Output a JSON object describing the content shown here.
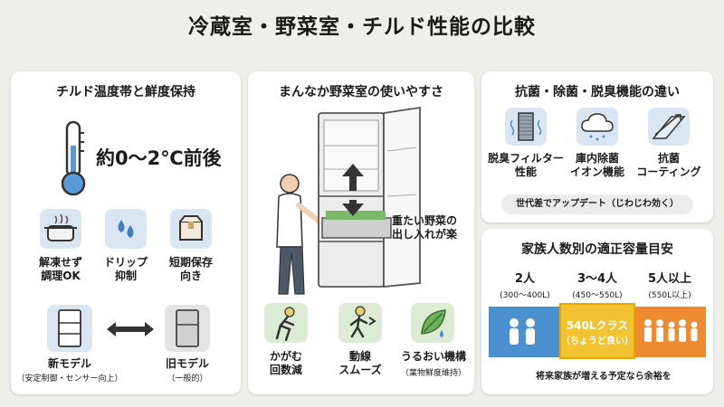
{
  "title": "冷蔵室・野菜室・チルド性能の比較",
  "chilled": {
    "heading": "チルド温度帯と鮮度保持",
    "temp": "約0〜2℃前後",
    "features": [
      {
        "icon": "pot-icon",
        "label1": "解凍せず",
        "label2": "調理OK"
      },
      {
        "icon": "drip-icon",
        "label1": "ドリップ",
        "label2": "抑制"
      },
      {
        "icon": "box-icon",
        "label1": "短期保存",
        "label2": "向き"
      }
    ],
    "new_model": {
      "label": "新モデル",
      "sub": "（安定制御・センサー向上）"
    },
    "old_model": {
      "label": "旧モデル",
      "sub": "（一般的）"
    }
  },
  "vegetable": {
    "heading": "まんなか野菜室の使いやすさ",
    "callout_line1": "重たい野菜の",
    "callout_line2": "出し入れが楽",
    "features": [
      {
        "icon": "bending-person-icon",
        "label1": "かがむ",
        "label2": "回数減",
        "sub": ""
      },
      {
        "icon": "walking-person-icon",
        "label1": "動線",
        "label2": "スムーズ",
        "sub": ""
      },
      {
        "icon": "leaf-icon",
        "label1": "うるおい機構",
        "label2": "",
        "sub": "（葉物鮮度維持）"
      }
    ]
  },
  "antibacterial": {
    "heading": "抗菌・除菌・脱臭機能の違い",
    "features": [
      {
        "icon": "filter-icon",
        "label1": "脱臭フィルター",
        "label2": "性能"
      },
      {
        "icon": "cloud-ion-icon",
        "label1": "庫内除菌",
        "label2": "イオン機能"
      },
      {
        "icon": "coating-icon",
        "label1": "抗菌",
        "label2": "コーティング"
      }
    ],
    "note": "世代差でアップデート（じわじわ効く）"
  },
  "capacity": {
    "heading": "家族人数別の適正容量目安",
    "columns": [
      {
        "people": "2人",
        "range": "(300〜400L)",
        "color": "#4a8fd0"
      },
      {
        "people": "3〜4人",
        "range": "(450〜550L)",
        "color": "#f1c232"
      },
      {
        "people": "5人以上",
        "range": "(550L以上)",
        "color": "#ee8a2f"
      }
    ],
    "highlight_line1": "540Lクラス",
    "highlight_line2": "（ちょうど良い）",
    "note": "将来家族が増える予定なら余裕を"
  }
}
